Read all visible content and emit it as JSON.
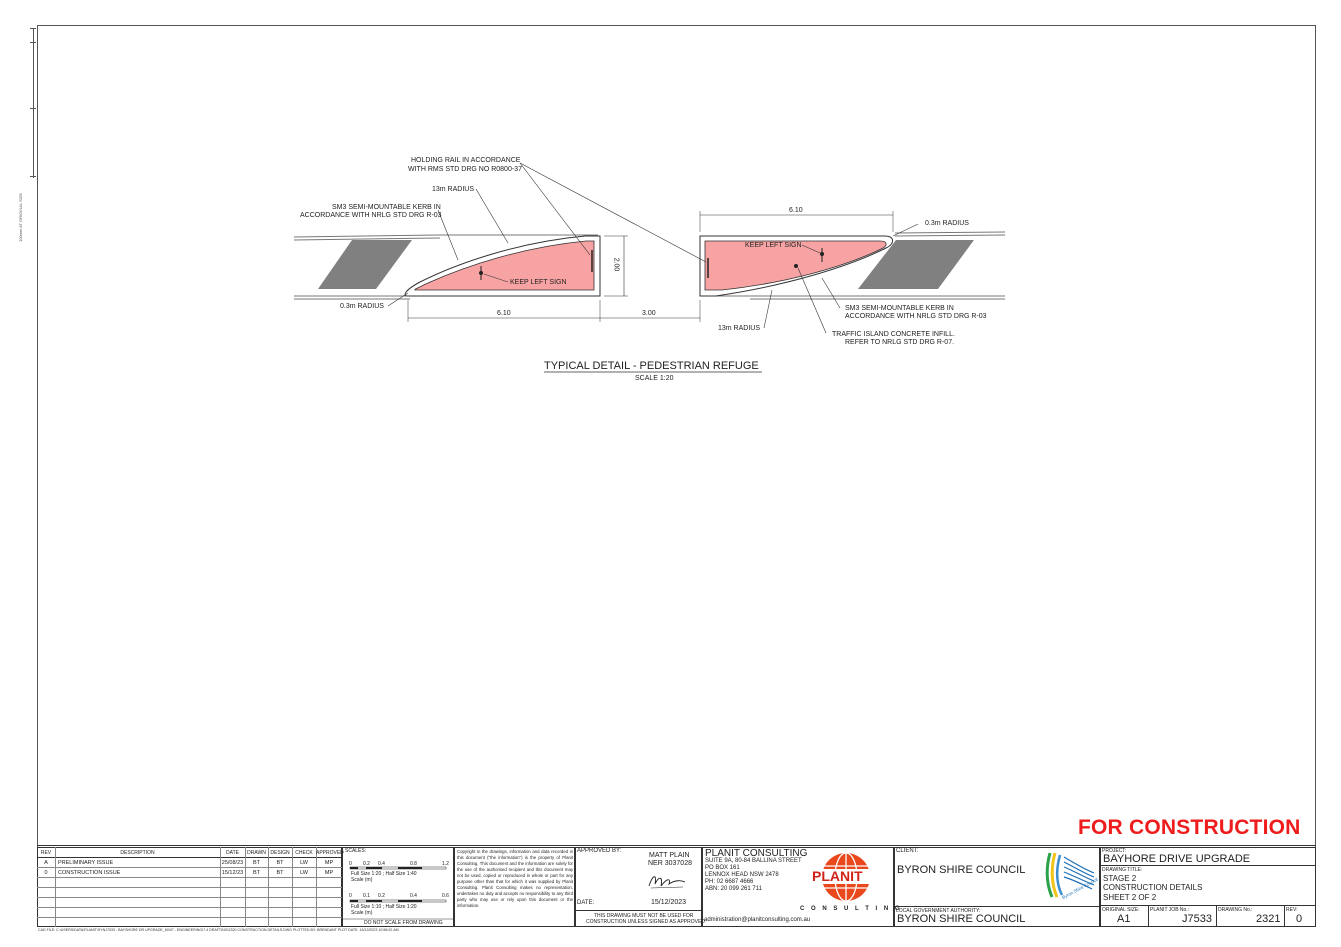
{
  "detail": {
    "title": "TYPICAL DETAIL - PEDESTRIAN REFUGE",
    "scale": "SCALE 1:20",
    "labels": {
      "holding_rail_1": "HOLDING RAIL IN ACCORDANCE",
      "holding_rail_2": "WITH RMS STD DRG NO R0800-37",
      "radius_13_left": "13m  RADIUS",
      "sm3_left_1": "SM3 SEMI-MOUNTABLE KERB IN",
      "sm3_left_2": "ACCORDANCE WITH NRLG STD DRG R-03",
      "radius_03_left": "0.3m  RADIUS",
      "keep_left_left": "KEEP LEFT SIGN",
      "dim_610_left": "6.10",
      "dim_300": "3.00",
      "dim_200": "2.00",
      "dim_610_right": "6.10",
      "radius_03_right": "0.3m  RADIUS",
      "keep_left_right": "KEEP LEFT SIGN",
      "sm3_right_1": "SM3 SEMI-MOUNTABLE KERB IN",
      "sm3_right_2": "ACCORDANCE WITH NRLG STD DRG R-03",
      "radius_13_right": "13m  RADIUS",
      "infill_1": "TRAFFIC ISLAND CONCRETE INFILL.",
      "infill_2": "REFER TO NRLG STD DRG R-07."
    }
  },
  "stamp": "FOR CONSTRUCTION",
  "side_ruler_text": "100mm AT ORIGINAL SIZE",
  "revisions": {
    "headers": [
      "REV",
      "DESCRIPTION",
      "DATE",
      "DRAWN",
      "DESIGN",
      "CHECK",
      "APPROVED"
    ],
    "rows": [
      [
        "A",
        "PRELIMINARY ISSUE",
        "25/08/23",
        "BT",
        "BT",
        "LW",
        "MP"
      ],
      [
        "0",
        "CONSTRUCTION ISSUE",
        "15/12/23",
        "BT",
        "BT",
        "LW",
        "MP"
      ]
    ]
  },
  "scales": {
    "heading": "SCALES:",
    "bar1_ticks": [
      "0",
      "0.2",
      "0.4",
      "0.8",
      "1.2"
    ],
    "bar1_caption_1": "Full Size 1:20 ; Half Size 1:40",
    "bar1_caption_2": "Scale (m)",
    "bar2_ticks": [
      "0",
      "0.1",
      "0.2",
      "0.4",
      "0.6"
    ],
    "bar2_caption_1": "Full Size 1:10 ; Half Size 1:20",
    "bar2_caption_2": "Scale (m)",
    "note": "DO NOT SCALE FROM DRAWING"
  },
  "copyright": "Copyright in the drawings, information and data recorded in this document (\"the information\") is the property of Planit Consulting. This document and the information are solely for the use of the authorised recipient and this document may not be used, copied or reproduced in whole or part for any purpose other than that for which it was supplied by Planit Consulting. Planit Consulting makes no representation, undertakes no duty and accepts no responsibility to any third party who may use or rely upon this document or the information.",
  "approval": {
    "approved_by_label": "APPROVED BY:",
    "name": "MATT PLAIN",
    "ner": "NER 3037028",
    "date_label": "DATE:",
    "date": "15/12/2023",
    "warning_1": "THIS DRAWING MUST NOT BE USED FOR",
    "warning_2": "CONSTRUCTION UNLESS SIGNED AS APPROVED"
  },
  "company": {
    "name": "PLANIT CONSULTING",
    "address_1": "SUITE 9A, 80-84 BALLINA STREET",
    "address_2": "PO BOX 161",
    "address_3": "LENNOX HEAD NSW 2478",
    "phone": "PH: 02 6687 4666",
    "abn": "ABN: 20 099 261 711",
    "email": "administration@planitconsulting.com.au",
    "logo_word": "PLANIT",
    "logo_sub": "C O N S U L T I N G"
  },
  "client": {
    "label": "CLIENT:",
    "name": "BYRON SHIRE COUNCIL",
    "lga_label": "LOCAL GOVERNMENT AUTHORITY:",
    "lga_name": "BYRON SHIRE COUNCIL",
    "logo_text": "Byron Shire Council"
  },
  "project": {
    "label": "PROJECT:",
    "name": "BAYHORE DRIVE UPGRADE",
    "title_label": "DRAWING TITLE:",
    "title_1": "STAGE 2",
    "title_2": "CONSTRUCTION DETAILS",
    "title_3": "SHEET 2 OF 2",
    "size_label": "ORIGINAL SIZE:",
    "size": "A1",
    "job_label": "PLANIT JOB No.:",
    "job": "J7533",
    "drawing_label": "DRAWING No.:",
    "drawing": "2321",
    "rev_label": "REV:",
    "rev": "0"
  },
  "cad_footer": "CAD FILE: C:\\USERS\\DATA\\PLANIT\\SYNJ7533 - BAYSHORE DR UPGRADE_60\\07 - ENGINEERING\\7.4 DRAFTING\\2320 CONSTRUCTION DETAILS.DWG PLOTTED BY: BRENDANT  PLOT DATE: 15/12/2023 10:56:02 AM",
  "colors": {
    "stamp": "#ee1c1c",
    "island_fill": "#f7a3a3",
    "hatch": "#7f7f7f",
    "logo_red": "#e8481c"
  }
}
